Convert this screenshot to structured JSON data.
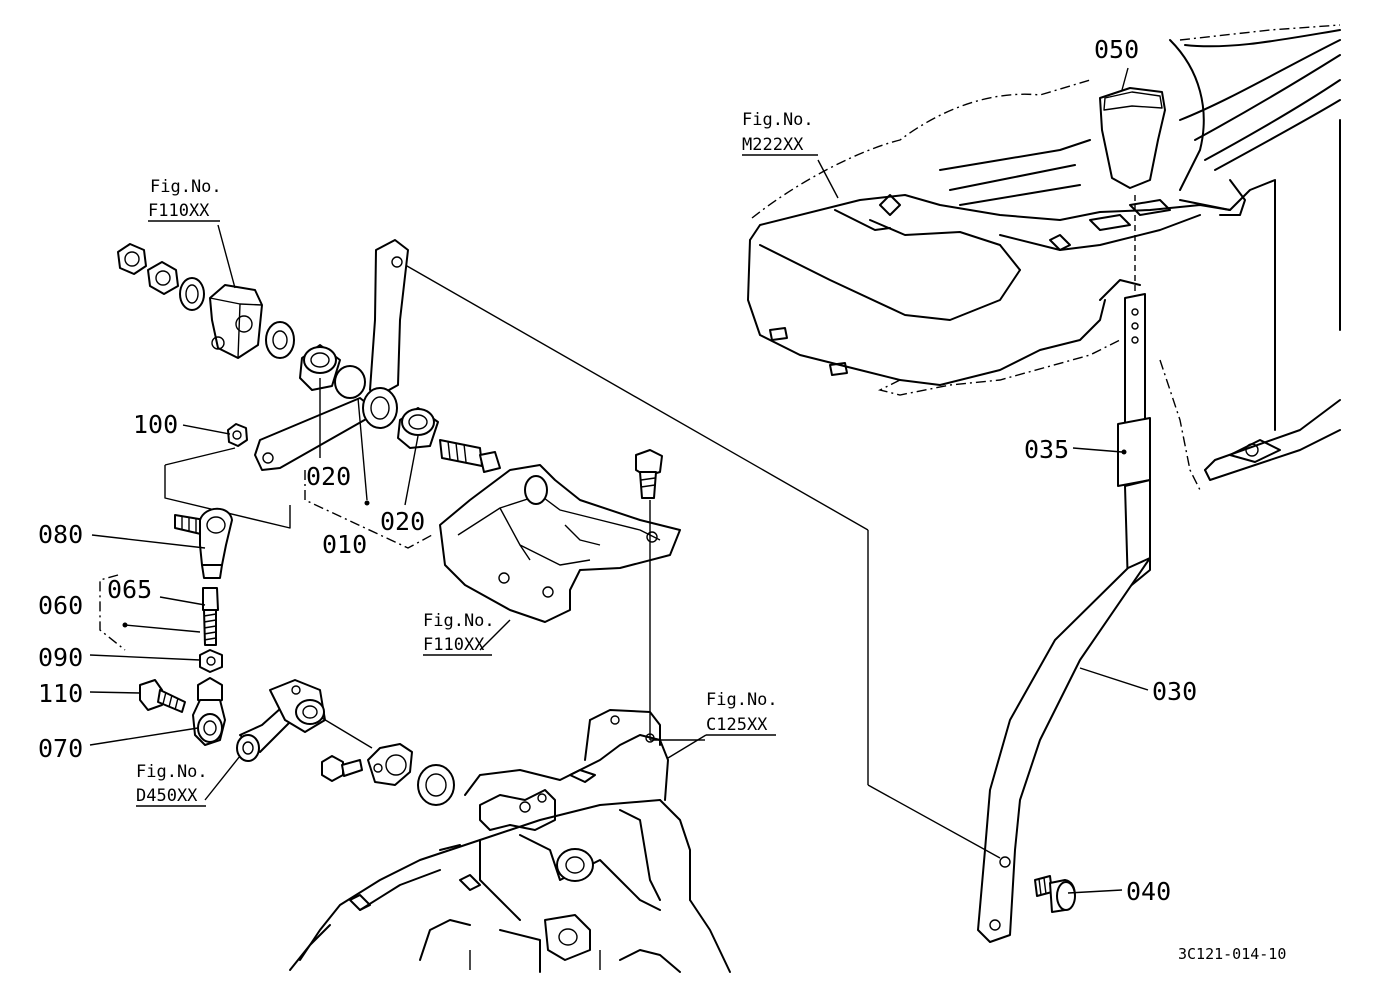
{
  "diagram_code": "3C121-014-10",
  "figure_refs": {
    "ref_f110_top": {
      "label": "Fig.No.",
      "code": "F110XX"
    },
    "ref_f110_mid": {
      "label": "Fig.No.",
      "code": "F110XX"
    },
    "ref_m222": {
      "label": "Fig.No.",
      "code": "M222XX"
    },
    "ref_c125": {
      "label": "Fig.No.",
      "code": "C125XX"
    },
    "ref_d450": {
      "label": "Fig.No.",
      "code": "D450XX"
    }
  },
  "callouts": {
    "p050": "050",
    "p035": "035",
    "p030": "030",
    "p040": "040",
    "p100": "100",
    "p020a": "020",
    "p020b": "020",
    "p010": "010",
    "p080": "080",
    "p065": "065",
    "p060": "060",
    "p090": "090",
    "p110": "110",
    "p070": "070"
  }
}
